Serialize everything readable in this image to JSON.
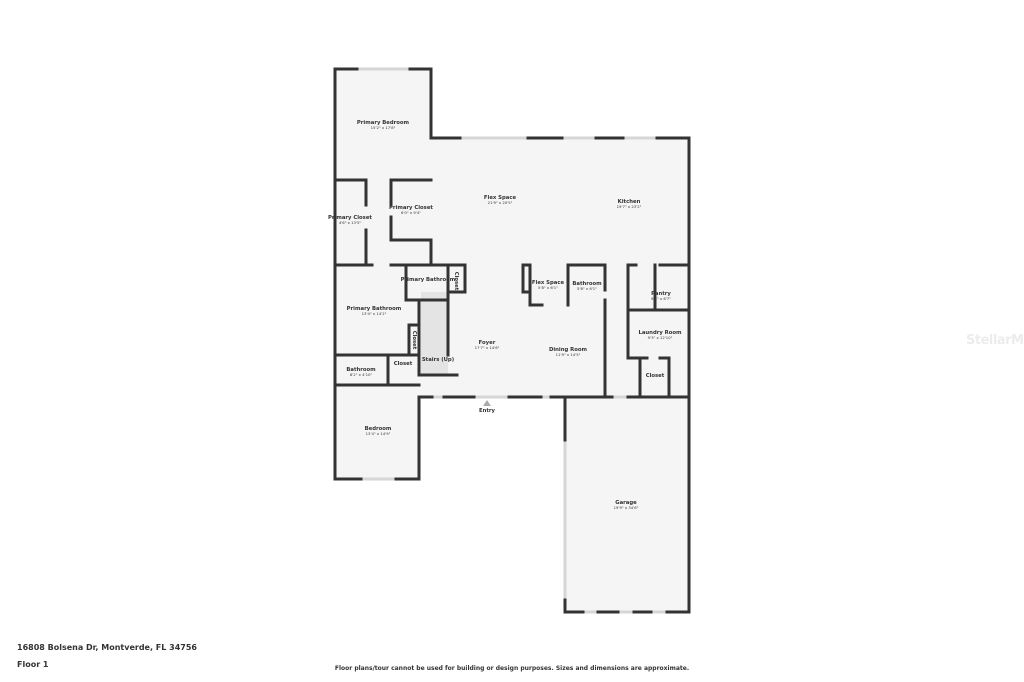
{
  "address": "16808 Bolsena Dr, Montverde, FL 34756",
  "floor": "Floor 1",
  "disclaimer": "Floor plans/tour cannot be used for building or design purposes. Sizes and dimensions are approximate.",
  "watermark": "StellarMLS",
  "colors": {
    "wall": "#333333",
    "floor": "#f5f5f5",
    "window": "#d6d6d6"
  },
  "rooms": [
    {
      "name": "Primary Bedroom",
      "dim": "15'2\" x 17'8\""
    },
    {
      "name": "Primary Closet",
      "dim": "4'6\" x 13'5\""
    },
    {
      "name": "Primary Closet",
      "dim": "6'0\" x 9'4\""
    },
    {
      "name": "Flex Space",
      "dim": "21'9\" x 20'5\""
    },
    {
      "name": "Kitchen",
      "dim": "19'7\" x 23'2\""
    },
    {
      "name": "Primary Bathroom",
      "dim": ""
    },
    {
      "name": "Closet",
      "dim": ""
    },
    {
      "name": "Flex Space",
      "dim": "5'8\" x 6'1\""
    },
    {
      "name": "Bathroom",
      "dim": "5'8\" x 6'1\""
    },
    {
      "name": "Pantry",
      "dim": "9'3\" x 6'7\""
    },
    {
      "name": "Primary Bathroom",
      "dim": "13'4\" x 14'2\""
    },
    {
      "name": "Closet",
      "dim": ""
    },
    {
      "name": "Foyer",
      "dim": "17'7\" x 14'6\""
    },
    {
      "name": "Dining Room",
      "dim": "11'9\" x 14'5\""
    },
    {
      "name": "Laundry Room",
      "dim": "9'3\" x 12'10\""
    },
    {
      "name": "Stairs (Up)",
      "dim": ""
    },
    {
      "name": "Bathroom",
      "dim": "8'2\" x 4'10\""
    },
    {
      "name": "Closet",
      "dim": ""
    },
    {
      "name": "Closet",
      "dim": ""
    },
    {
      "name": "Entry",
      "dim": ""
    },
    {
      "name": "Bedroom",
      "dim": "13'4\" x 14'9\""
    },
    {
      "name": "Garage",
      "dim": "19'9\" x 34'6\""
    }
  ]
}
